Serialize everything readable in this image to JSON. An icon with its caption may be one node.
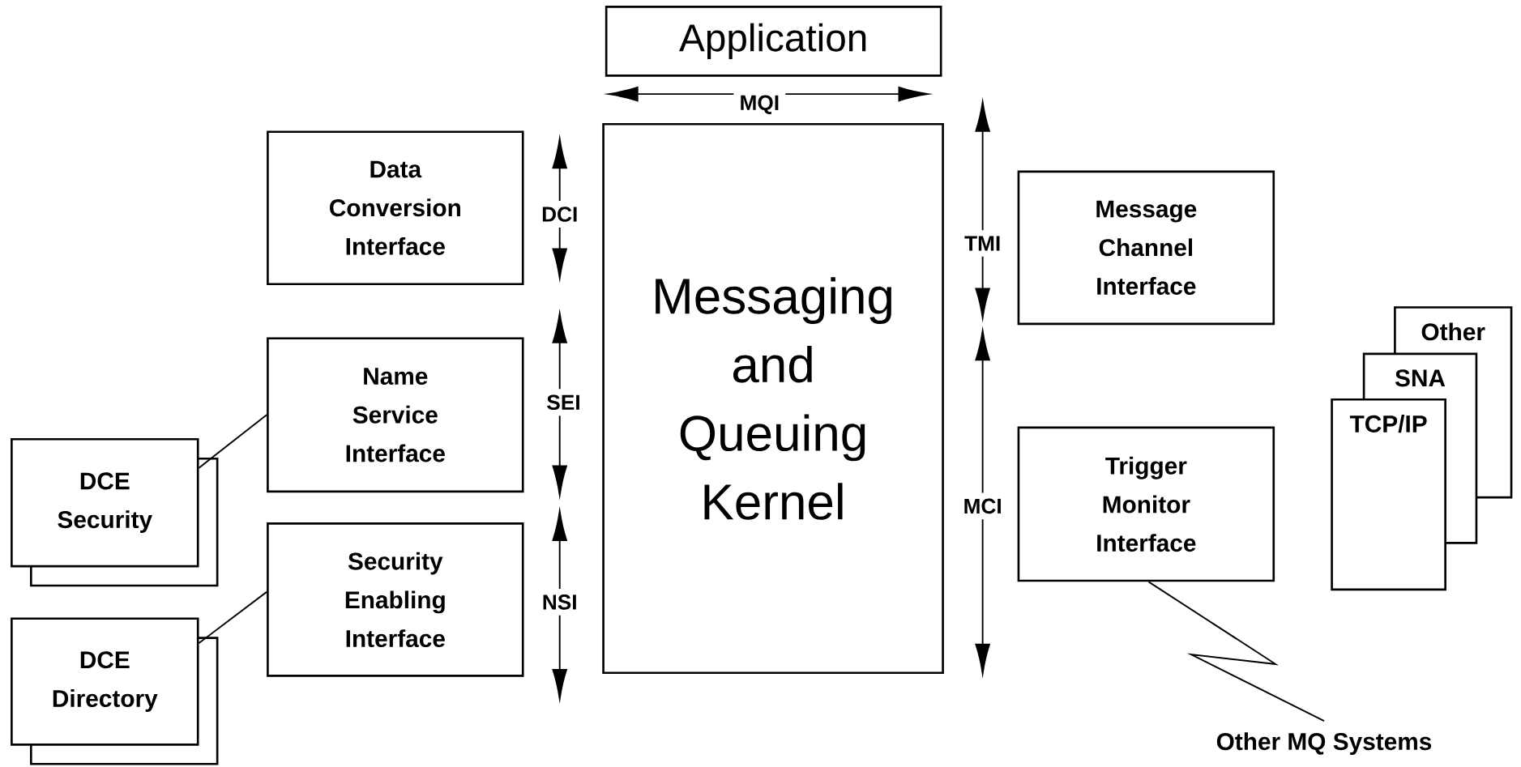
{
  "diagram": {
    "nodes": [
      {
        "text": [
          "Application"
        ]
      },
      {
        "text": [
          "Messaging and Queuing Kernel"
        ]
      },
      {
        "text": [
          "Data Conversion Interface"
        ]
      },
      {
        "text": [
          "Name Service Interface"
        ]
      },
      {
        "text": [
          "Security Enabling Interface"
        ]
      },
      {
        "text": [
          "DCE Security"
        ]
      },
      {
        "text": [
          "DCE Directory"
        ]
      },
      {
        "text": [
          "Message Channel Interface"
        ]
      },
      {
        "text": [
          "Trigger Monitor Interface"
        ]
      },
      {
        "text": [
          "Other"
        ]
      },
      {
        "text": [
          "SNA"
        ]
      },
      {
        "text": [
          "TCP/IP"
        ]
      },
      {
        "text": [
          "Other MQ Systems"
        ]
      }
    ],
    "edges": [
      {
        "from": 5,
        "to": 3,
        "arrow": "none"
      },
      {
        "from": 6,
        "to": 4,
        "arrow": "none"
      },
      {
        "from": 8,
        "to": 12,
        "arrow": "none"
      }
    ],
    "labels": [
      "MQI",
      "DCI",
      "TMI",
      "SEI",
      "MCI",
      "NSI"
    ]
  }
}
